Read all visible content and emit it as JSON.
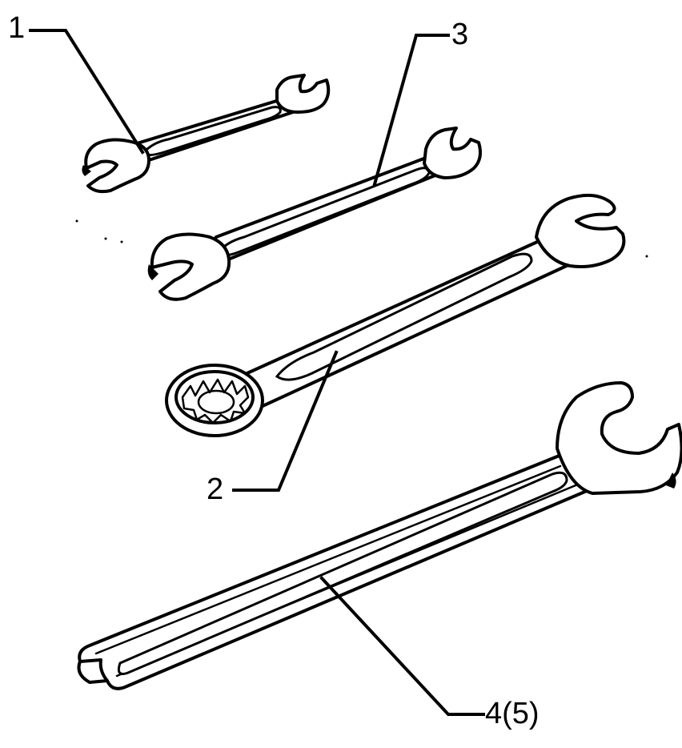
{
  "callouts": {
    "c1": "1",
    "c2": "2",
    "c3": "3",
    "c4": "4(5)"
  }
}
